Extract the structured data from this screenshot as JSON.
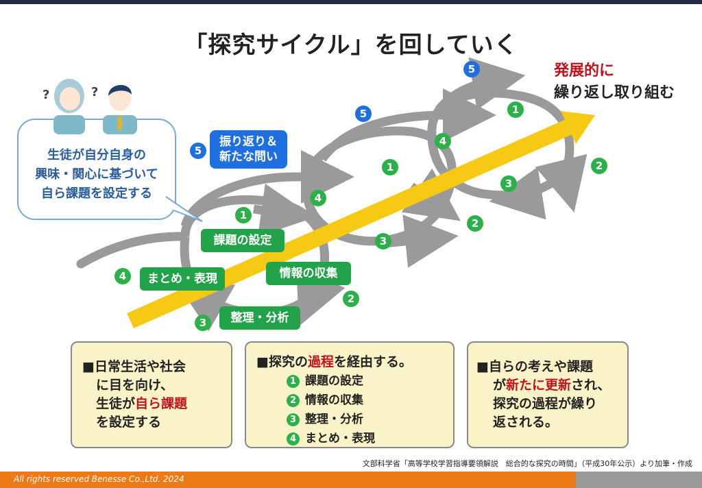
{
  "title": "「探究サイクル」を回していく",
  "bubble_text": [
    "生徒が自分自身の",
    "興味・関心に基づいて",
    "自ら課題を設定する"
  ],
  "development": {
    "line1": "発展的に",
    "line2": "繰り返し取り組む"
  },
  "steps": {
    "s1": "課題の設定",
    "s2": "情報の収集",
    "s3": "整理・分析",
    "s4": "まとめ・表現",
    "s5": [
      "振り返り＆",
      "新たな問い"
    ]
  },
  "numbers": {
    "n1": "1",
    "n2": "2",
    "n3": "3",
    "n4": "4",
    "n5": "5"
  },
  "question_marks": "?",
  "boxes": {
    "left": {
      "marker": "■",
      "l1": "日常生活や社会",
      "l2": "に目を向け、",
      "l3a": "生徒が",
      "l3b": "自ら課題",
      "l4": "を設定する"
    },
    "middle": {
      "marker": "■",
      "l1a": "探究の",
      "l1b": "過程",
      "l1c": "を経由する。",
      "items": [
        "課題の設定",
        "情報の収集",
        "整理・分析",
        "まとめ・表現"
      ]
    },
    "right": {
      "marker": "■",
      "l1": "自らの考えや課題",
      "l2a": "が",
      "l2b": "新たに更新",
      "l2c": "され、",
      "l3": "探究の過程が繰り",
      "l4": "返される。"
    }
  },
  "source": "文部科学省「高等学校学習指導要領解説　総合的な探究の時間」（平成30年公示）より加筆・作成",
  "footer": "All rights reserved Benesse Co.,Ltd. 2024",
  "colors": {
    "green": "#2bb04a",
    "blue": "#1f6fe0",
    "yellow": "#f6c915",
    "gray_arrow": "#9a9a9a",
    "orange": "#ee7a17",
    "red": "#c0121b",
    "box_bg": "#fbf3c8"
  }
}
